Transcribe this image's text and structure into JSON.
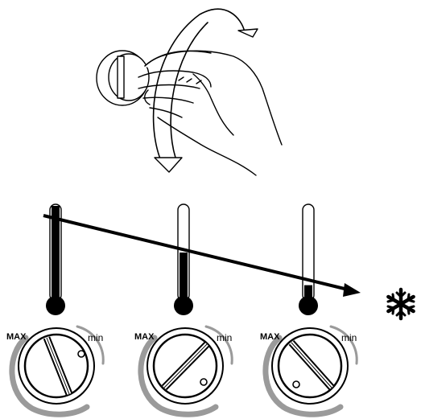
{
  "dials": [
    {
      "max_label": "MAX",
      "min_label": "min",
      "setting": "max"
    },
    {
      "max_label": "MAX",
      "min_label": "min",
      "setting": "mid"
    },
    {
      "max_label": "MAX",
      "min_label": "min",
      "setting": "min"
    }
  ],
  "thermometers": [
    {
      "fill_level": 1.0
    },
    {
      "fill_level": 0.5
    },
    {
      "fill_level": 0.15
    }
  ],
  "icons": {
    "hand": "hand-turning-knob-icon",
    "rotation": "rotation-arrows-icon",
    "trend": "decreasing-temperature-arrow-icon",
    "cold": "snowflake-icon"
  },
  "colors": {
    "ink": "#000000",
    "dial_shadow": "#9a9a9a",
    "background": "#ffffff"
  }
}
